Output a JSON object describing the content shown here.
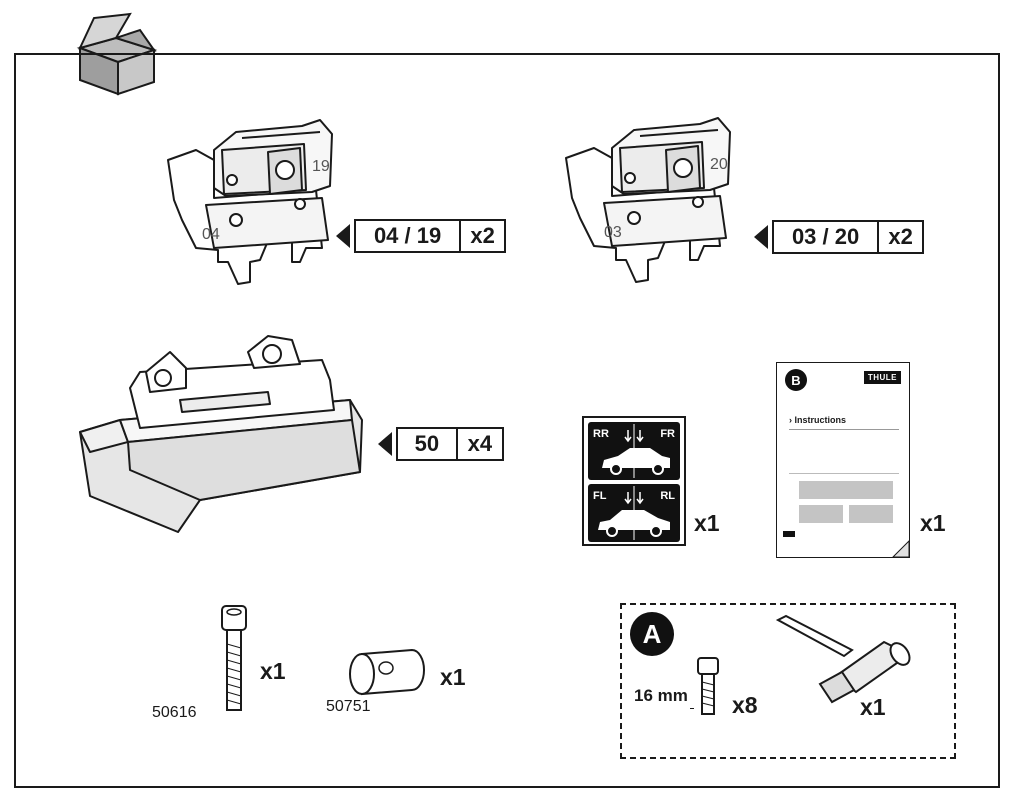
{
  "parts": {
    "bracket_a": {
      "number_left": "04",
      "number_right": "19",
      "code": "04 / 19",
      "qty": "x2"
    },
    "bracket_b": {
      "number_left": "03",
      "number_right": "20",
      "code": "03 / 20",
      "qty": "x2"
    },
    "pad": {
      "code": "50",
      "qty": "x4"
    },
    "sticker": {
      "labels": [
        "RR",
        "FR",
        "FL",
        "RL"
      ],
      "qty": "x1"
    },
    "manual": {
      "badge": "B",
      "brand": "THULE",
      "title": "› Instructions",
      "qty": "x1"
    },
    "bolt": {
      "part_no": "50616",
      "qty": "x1"
    },
    "nut": {
      "part_no": "50751",
      "qty": "x1"
    },
    "tool_kit": {
      "badge": "A",
      "screw_length": "16 mm",
      "screw_qty": "x8",
      "key_qty": "x1"
    }
  }
}
